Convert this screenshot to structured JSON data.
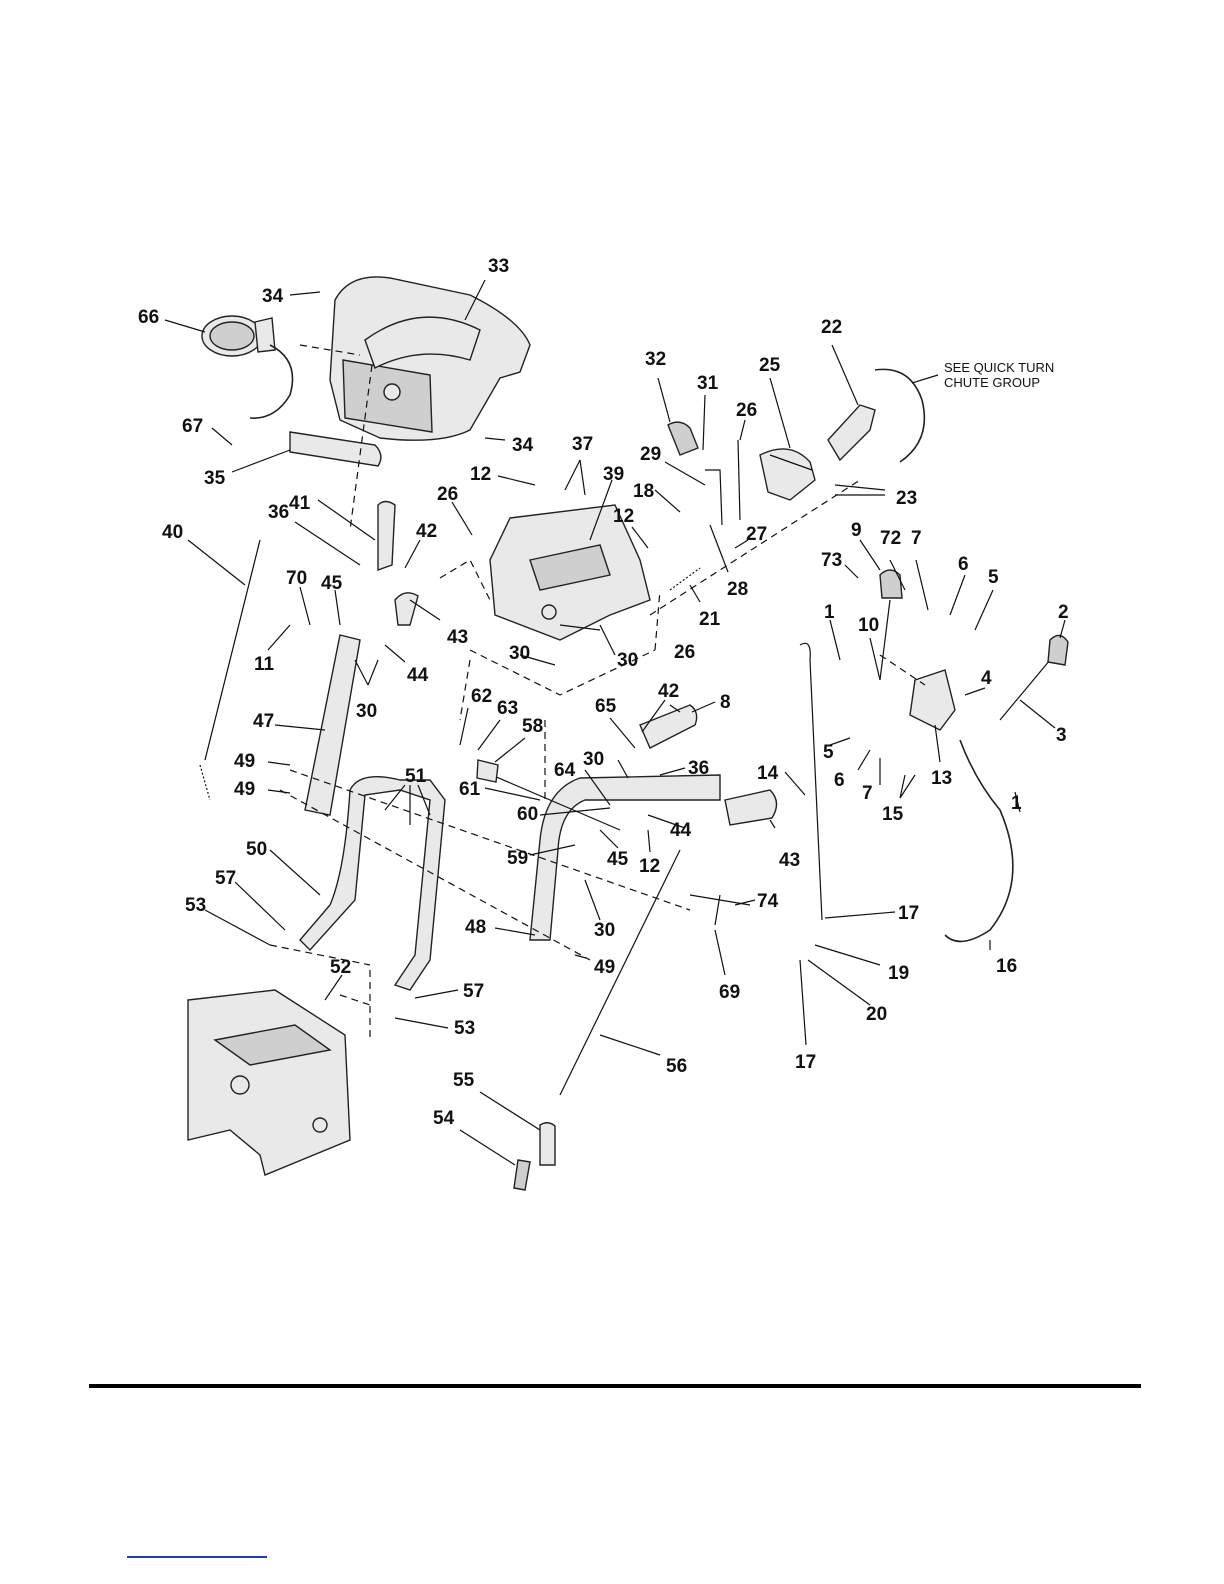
{
  "note": {
    "line1": "SEE QUICK TURN",
    "line2": "CHUTE GROUP"
  },
  "callouts": [
    "33",
    "34",
    "66",
    "34",
    "67",
    "35",
    "32",
    "31",
    "22",
    "25",
    "26",
    "29",
    "37",
    "39",
    "12",
    "18",
    "26",
    "41",
    "36",
    "42",
    "40",
    "70",
    "45",
    "43",
    "11",
    "44",
    "30",
    "23",
    "27",
    "28",
    "21",
    "12",
    "9",
    "72",
    "7",
    "73",
    "6",
    "5",
    "2",
    "1",
    "10",
    "4",
    "3",
    "13",
    "26",
    "30",
    "30",
    "62",
    "63",
    "58",
    "42",
    "8",
    "65",
    "47",
    "49",
    "49",
    "51",
    "61",
    "64",
    "30",
    "36",
    "14",
    "5",
    "6",
    "7",
    "15",
    "1",
    "60",
    "44",
    "59",
    "45",
    "12",
    "43",
    "50",
    "57",
    "53",
    "52",
    "57",
    "53",
    "48",
    "30",
    "49",
    "74",
    "17",
    "19",
    "69",
    "16",
    "20",
    "17",
    "56",
    "55",
    "54"
  ]
}
